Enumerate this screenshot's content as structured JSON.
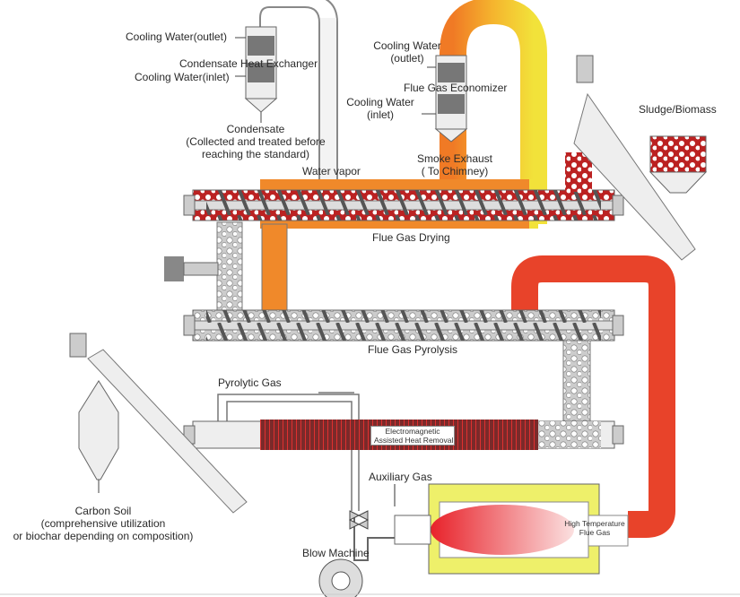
{
  "labels": {
    "cooling_water_outlet_1": "Cooling Water(outlet)",
    "condensate_heat_exchanger": "Condensate Heat Exchanger",
    "cooling_water_inlet_1": "Cooling Water(inlet)",
    "condensate_title": "Condensate",
    "condensate_note_1": "(Collected and treated before",
    "condensate_note_2": "reaching the standard)",
    "water_vapor": "Water vapor",
    "cooling_water_outlet_2a": "Cooling Water",
    "cooling_water_outlet_2b": "(outlet)",
    "flue_gas_economizer": "Flue Gas Economizer",
    "cooling_water_inlet_2a": "Cooling Water",
    "cooling_water_inlet_2b": "(inlet)",
    "smoke_exhaust_1": "Smoke Exhaust",
    "smoke_exhaust_2": "( To Chimney)",
    "sludge_biomass": "Sludge/Biomass",
    "flue_gas_drying": "Flue Gas Drying",
    "flue_gas_pyrolysis": "Flue Gas Pyrolysis",
    "pyrolytic_gas": "Pyrolytic Gas",
    "em_heat_1": "Electromagnetic",
    "em_heat_2": "Assisted Heat Removal",
    "auxiliary_gas": "Auxiliary Gas",
    "high_temp_1": "High Temperature",
    "high_temp_2": "Flue Gas",
    "carbon_soil_1": "Carbon Soil",
    "carbon_soil_2": "(comprehensive utilization",
    "carbon_soil_3": "or biochar depending on composition)",
    "blow_machine": "Blow Machine"
  },
  "colors": {
    "hot_flue_gas": "#e8432a",
    "warm_flue_gas": "#f0892a",
    "cool_flue_gas": "#f2e23a",
    "insulation": "#eef06a",
    "pipe_outline": "#666666",
    "flame": "#e8222a"
  }
}
